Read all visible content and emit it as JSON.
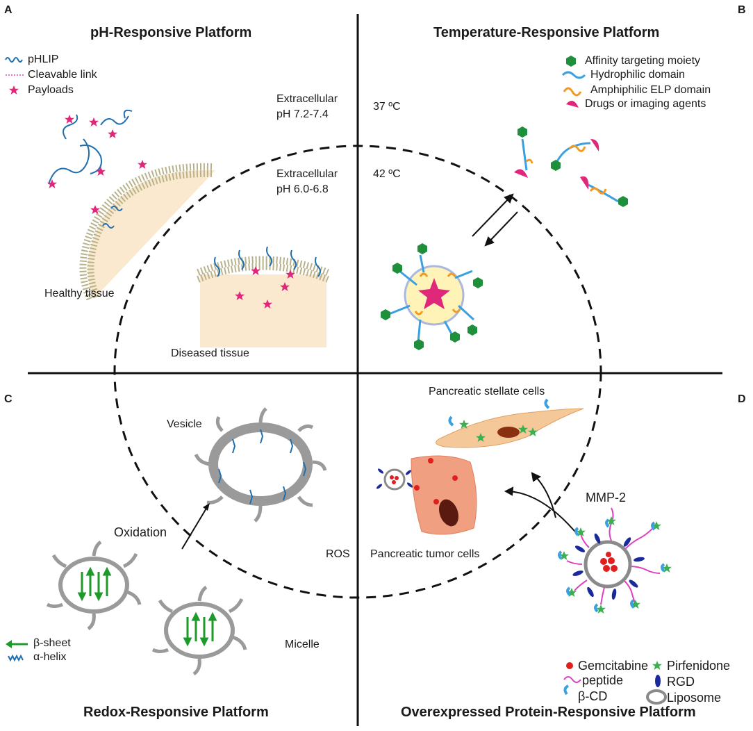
{
  "panels": {
    "A": {
      "letter": "A",
      "title": "pH-Responsive Platform",
      "legend": [
        "pHLIP",
        "Cleavable link",
        "Payloads"
      ],
      "extracellular_outer": [
        "Extracellular",
        "pH 7.2-7.4"
      ],
      "extracellular_inner": [
        "Extracellular",
        "pH 6.0-6.8"
      ],
      "healthy": "Healthy tissue",
      "diseased": "Diseased tissue"
    },
    "B": {
      "letter": "B",
      "title": "Temperature-Responsive Platform",
      "legend": [
        "Affinity targeting moiety",
        "Hydrophilic domain",
        "Amphiphilic ELP domain",
        "Drugs or imaging agents"
      ],
      "temp_outer": "37  ºC",
      "temp_inner": "42  ºC"
    },
    "C": {
      "letter": "C",
      "title": "Redox-Responsive Platform",
      "vesicle": "Vesicle",
      "oxidation": "Oxidation",
      "ros": "ROS",
      "micelle": "Micelle",
      "legend": [
        "β-sheet",
        "α-helix"
      ]
    },
    "D": {
      "letter": "D",
      "title": "Overexpressed Protein-Responsive Platform",
      "stellate": "Pancreatic stellate cells",
      "tumor": "Pancreatic tumor cells",
      "mmp": "MMP-2",
      "legend": [
        "Gemcitabine",
        "Pirfenidone",
        "peptide",
        "RGD",
        "β-CD",
        "Liposome"
      ]
    }
  },
  "colors": {
    "payload_magenta": "#e0287a",
    "pHLIP_blue": "#1f6fb0",
    "hydrophilic_blue": "#3aa0e0",
    "elp_orange": "#f29a20",
    "targeting_green": "#1e8f3a",
    "gemcitabine_red": "#e01f1f",
    "pirfenidone_green": "#3cb050",
    "rgd_navy": "#1a2a9a",
    "peptide_pink": "#e040c0",
    "liposome_gray": "#8a8a8a",
    "tissue_fill": "#fbe9cf",
    "beta_sheet_green": "#1e9a2a"
  }
}
